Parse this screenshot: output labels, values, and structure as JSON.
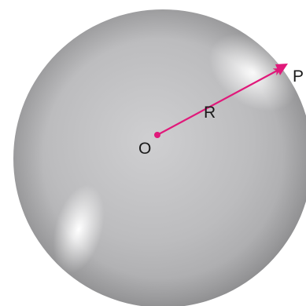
{
  "diagram": {
    "labels": {
      "center": "O",
      "radius": "R",
      "point": "P"
    },
    "colors": {
      "sphere_base": "#bdbdbf",
      "sphere_shadow": "#9a9a9c",
      "highlight": "#ffffff",
      "radius_line": "#e0197a",
      "text": "#1a1a1a",
      "background": "#ffffff"
    }
  }
}
